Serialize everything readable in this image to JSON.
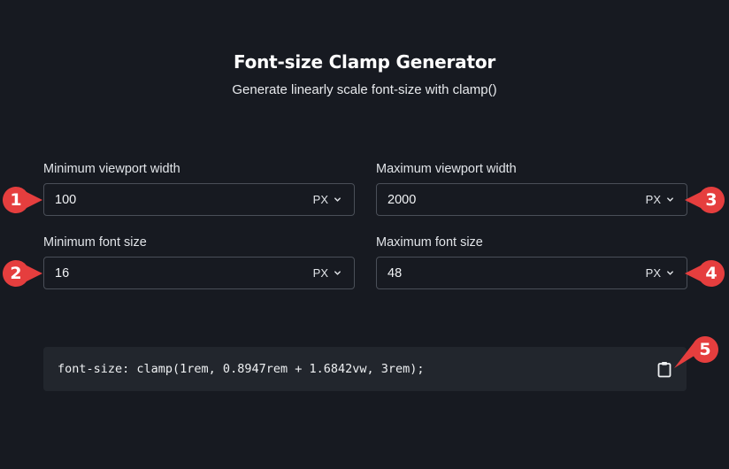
{
  "header": {
    "title": "Font-size Clamp Generator",
    "subtitle": "Generate linearly scale font-size with clamp()"
  },
  "fields": {
    "min_viewport": {
      "label": "Minimum viewport width",
      "value": "100",
      "unit": "PX"
    },
    "max_viewport": {
      "label": "Maximum viewport width",
      "value": "2000",
      "unit": "PX"
    },
    "min_font": {
      "label": "Minimum font size",
      "value": "16",
      "unit": "PX"
    },
    "max_font": {
      "label": "Maximum font size",
      "value": "48",
      "unit": "PX"
    }
  },
  "output": {
    "code": "font-size: clamp(1rem, 0.8947rem + 1.6842vw, 3rem);",
    "copy_icon": "clipboard-icon"
  },
  "annotations": {
    "b1": "1",
    "b2": "2",
    "b3": "3",
    "b4": "4",
    "b5": "5",
    "color": "#e53e3e"
  },
  "colors": {
    "background": "#171a21",
    "input_border": "#4a4f58",
    "code_bg": "#22262d",
    "badge": "#e53e3e"
  }
}
